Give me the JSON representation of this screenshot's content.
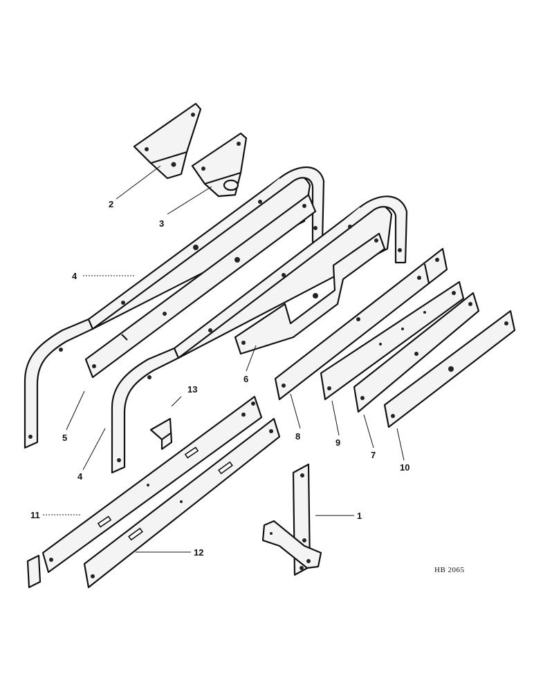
{
  "callouts": {
    "c1": "1",
    "c2": "2",
    "c3": "3",
    "c4a": "4",
    "c4b": "4",
    "c5": "5",
    "c6": "6",
    "c7": "7",
    "c8": "8",
    "c9": "9",
    "c10": "10",
    "c11": "11",
    "c12": "12",
    "c13": "13"
  },
  "drawing_reference": "HB 2065"
}
